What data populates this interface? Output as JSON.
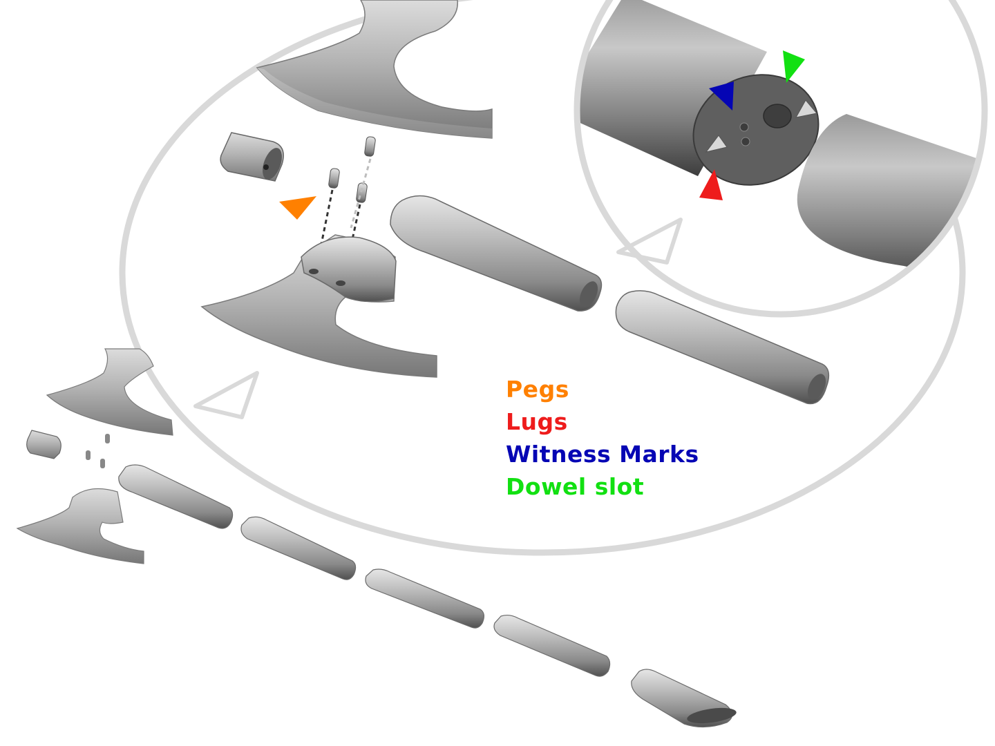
{
  "legend": {
    "items": [
      {
        "key": "pegs",
        "label": "Pegs",
        "color": "#ff8000"
      },
      {
        "key": "lugs",
        "label": "Lugs",
        "color": "#ee1c1c"
      },
      {
        "key": "witness",
        "label": "Witness Marks",
        "color": "#0505b4"
      },
      {
        "key": "dowel",
        "label": "Dowel slot",
        "color": "#12e012"
      }
    ]
  },
  "colors": {
    "part_fill": "#a7a7a7",
    "part_dark": "#6e6e6e",
    "part_light": "#d2d2d2",
    "callout_ring": "#d9d9d9",
    "background": "#ffffff"
  },
  "icons": {
    "peg_marker": "orange-triangle",
    "lug_marker": "red-triangle",
    "witness_marker": "blue-triangle",
    "dowel_marker": "green-triangle",
    "detail_pointer": "hollow-triangle"
  }
}
